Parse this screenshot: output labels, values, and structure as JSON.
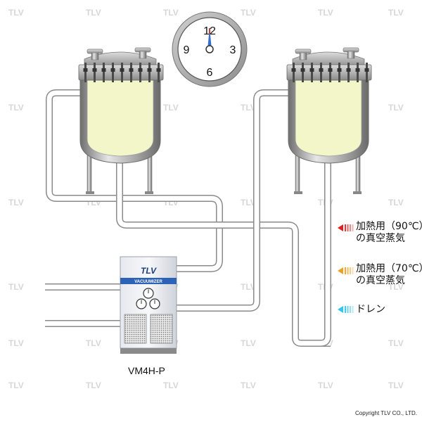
{
  "watermark": {
    "text": "TLV",
    "color": "#d7d7d7"
  },
  "clock": {
    "labels": {
      "top": "12",
      "right": "3",
      "bottom": "6",
      "left": "9"
    },
    "hand_color": "#2f6fd8",
    "hand_tip_color": "#d33"
  },
  "vacuumizer": {
    "logo": "TLV",
    "band_text": "VACUUMIZER",
    "model": "VM4H-P",
    "band_color": "#2c62b8"
  },
  "legend": [
    {
      "line1": "加熱用（90℃）",
      "line2": "の真空蒸気",
      "arrow_color": "#e02020"
    },
    {
      "line1": "加熱用（70℃）",
      "line2": "の真空蒸気",
      "arrow_color": "#f0a020"
    },
    {
      "line1": "ドレン",
      "line2": "",
      "arrow_color": "#30c8f0"
    }
  ],
  "copyright": "Copyright TLV CO., LTD.",
  "colors": {
    "liquid": "#f2f6c8",
    "pipe_fill": "#ffffff",
    "pipe_stroke": "#8a8a8a",
    "vessel_metal": "#9a9a9a"
  }
}
